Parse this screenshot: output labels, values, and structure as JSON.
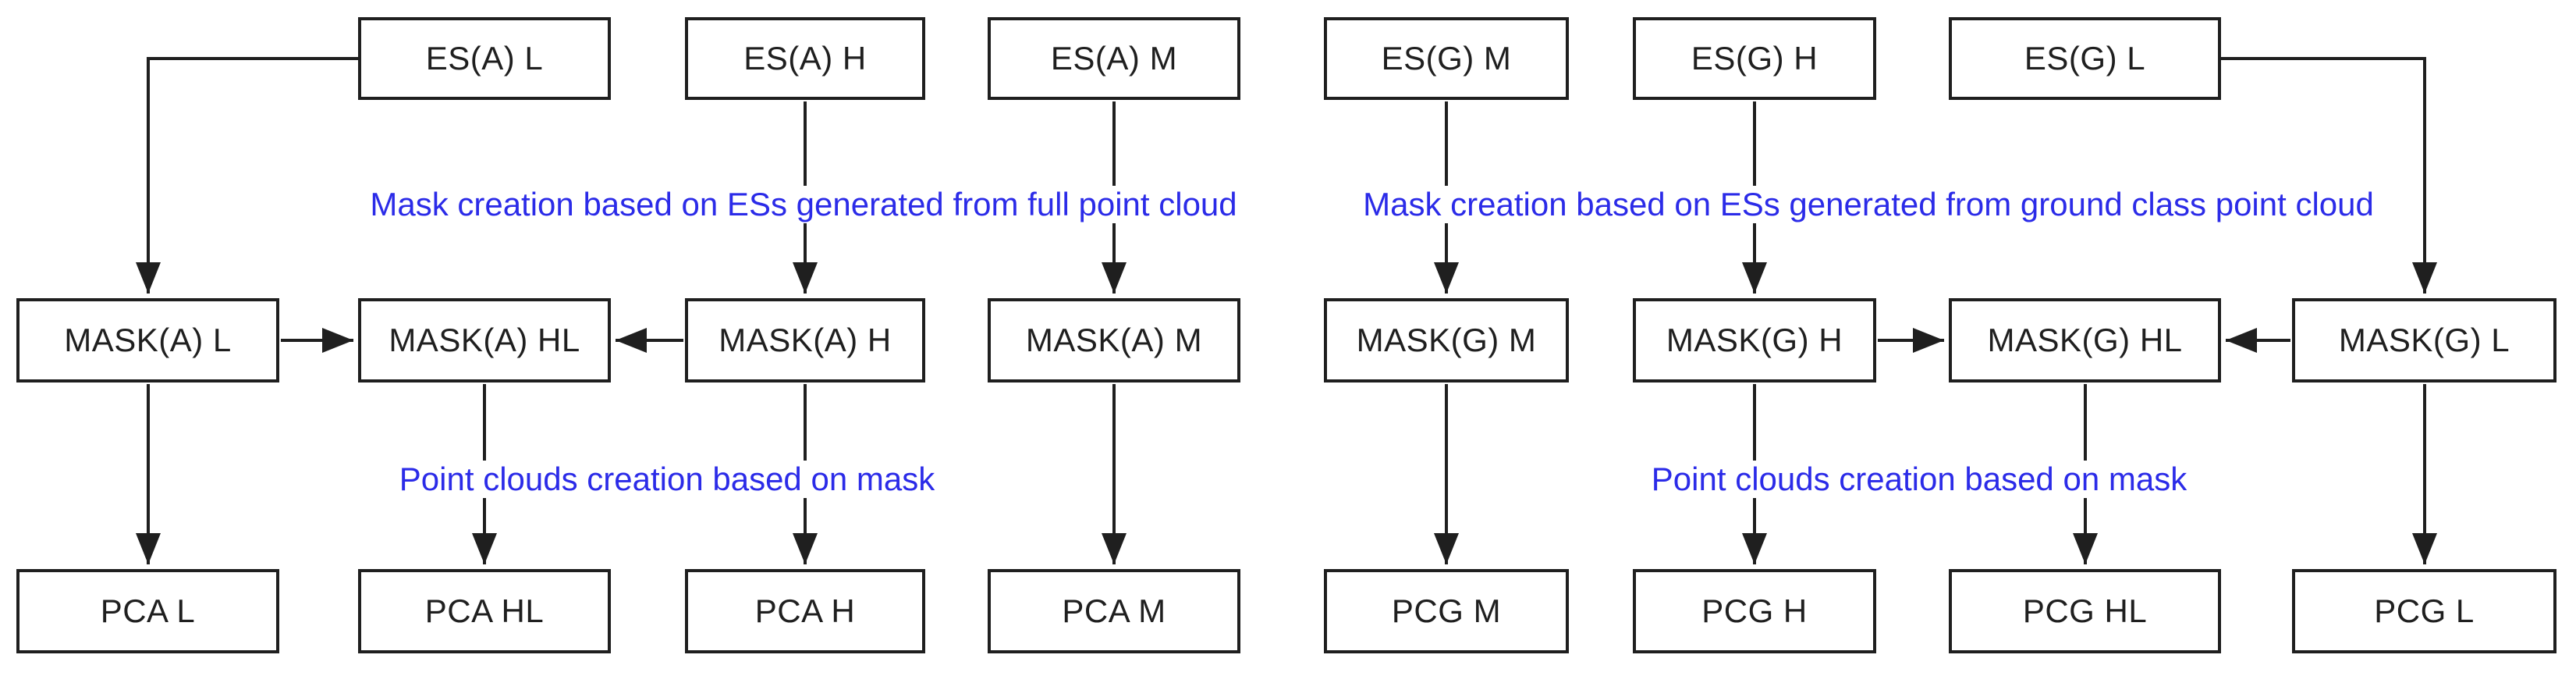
{
  "diagram": {
    "colors": {
      "node_border": "#1f1f1f",
      "node_text": "#1f1f1f",
      "arrow": "#1f1f1f",
      "annotation_text": "#2b2be8",
      "background": "#ffffff"
    },
    "nodes": {
      "es_a_l": {
        "label": "ES(A) L"
      },
      "es_a_h": {
        "label": "ES(A) H"
      },
      "es_a_m": {
        "label": "ES(A) M"
      },
      "es_g_m": {
        "label": "ES(G) M"
      },
      "es_g_h": {
        "label": "ES(G) H"
      },
      "es_g_l": {
        "label": "ES(G) L"
      },
      "mask_a_l": {
        "label": "MASK(A) L"
      },
      "mask_a_hl": {
        "label": "MASK(A) HL"
      },
      "mask_a_h": {
        "label": "MASK(A) H"
      },
      "mask_a_m": {
        "label": "MASK(A) M"
      },
      "mask_g_m": {
        "label": "MASK(G) M"
      },
      "mask_g_h": {
        "label": "MASK(G) H"
      },
      "mask_g_hl": {
        "label": "MASK(G) HL"
      },
      "mask_g_l": {
        "label": "MASK(G) L"
      },
      "pca_l": {
        "label": "PCA L"
      },
      "pca_hl": {
        "label": "PCA HL"
      },
      "pca_h": {
        "label": "PCA H"
      },
      "pca_m": {
        "label": "PCA M"
      },
      "pcg_m": {
        "label": "PCG M"
      },
      "pcg_h": {
        "label": "PCG H"
      },
      "pcg_hl": {
        "label": "PCG HL"
      },
      "pcg_l": {
        "label": "PCG L"
      }
    },
    "annotations": {
      "mask_creation_full": {
        "text": "Mask creation based on ESs generated from full point cloud"
      },
      "mask_creation_ground": {
        "text": "Mask creation based on ESs generated from ground class point cloud"
      },
      "pc_creation_left": {
        "text": "Point clouds creation based on mask"
      },
      "pc_creation_right": {
        "text": "Point clouds creation based on mask"
      }
    },
    "edges": [
      {
        "from": "ES(A) L",
        "to": "MASK(A) L"
      },
      {
        "from": "ES(A) H",
        "to": "MASK(A) H"
      },
      {
        "from": "ES(A) M",
        "to": "MASK(A) M"
      },
      {
        "from": "ES(G) M",
        "to": "MASK(G) M"
      },
      {
        "from": "ES(G) H",
        "to": "MASK(G) H"
      },
      {
        "from": "ES(G) L",
        "to": "MASK(G) L"
      },
      {
        "from": "MASK(A) L",
        "to": "MASK(A) HL"
      },
      {
        "from": "MASK(A) H",
        "to": "MASK(A) HL"
      },
      {
        "from": "MASK(G) H",
        "to": "MASK(G) HL"
      },
      {
        "from": "MASK(G) L",
        "to": "MASK(G) HL"
      },
      {
        "from": "MASK(A) L",
        "to": "PCA L"
      },
      {
        "from": "MASK(A) HL",
        "to": "PCA HL"
      },
      {
        "from": "MASK(A) H",
        "to": "PCA H"
      },
      {
        "from": "MASK(A) M",
        "to": "PCA M"
      },
      {
        "from": "MASK(G) M",
        "to": "PCG M"
      },
      {
        "from": "MASK(G) H",
        "to": "PCG H"
      },
      {
        "from": "MASK(G) HL",
        "to": "PCG HL"
      },
      {
        "from": "MASK(G) L",
        "to": "PCG L"
      }
    ]
  }
}
